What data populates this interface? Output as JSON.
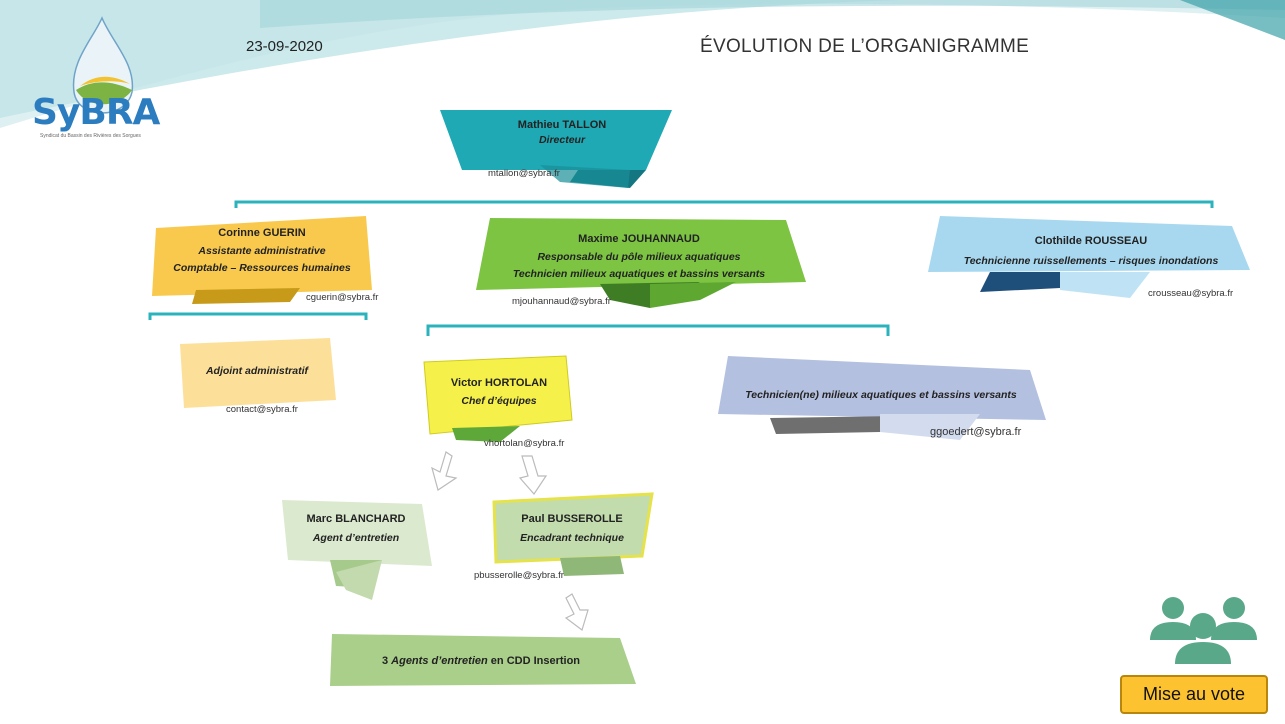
{
  "header": {
    "date": "23-09-2020",
    "title": "ÉVOLUTION DE L’ORGANIGRAMME",
    "logo_text": "SyBRA",
    "logo_subtext": "Syndicat du Bassin des Rivières des Sorgues"
  },
  "director": {
    "name": "Mathieu TALLON",
    "role": "Directeur",
    "email": "mtallon@sybra.fr",
    "color": "#1fa9b4"
  },
  "level2": {
    "guerin": {
      "name": "Corinne GUERIN",
      "role1": "Assistante administrative",
      "role2": "Comptable – Ressources humaines",
      "email": "cguerin@sybra.fr",
      "color": "#f8c94c"
    },
    "jouhannaud": {
      "name": "Maxime JOUHANNAUD",
      "role1": "Responsable du pôle milieux aquatiques",
      "role2": "Technicien milieux aquatiques et bassins versants",
      "email": "mjouhannaud@sybra.fr",
      "color": "#7cc442"
    },
    "rousseau": {
      "name": "Clothilde ROUSSEAU",
      "role1": "Technicienne ruissellements – risques inondations",
      "email": "crousseau@sybra.fr",
      "color": "#a8d8f0"
    }
  },
  "level3": {
    "adjoint": {
      "role": "Adjoint administratif",
      "email": "contact@sybra.fr",
      "color": "#fce09a"
    },
    "hortolan": {
      "name": "Victor HORTOLAN",
      "role": "Chef d’équipes",
      "email": "vhortolan@sybra.fr",
      "color": "#f5f14a"
    },
    "technicien": {
      "role": "Technicien(ne) milieux aquatiques et bassins versants",
      "email": "ggoedert@sybra.fr",
      "color": "#b4c0e0"
    }
  },
  "level4": {
    "blanchard": {
      "name": "Marc BLANCHARD",
      "role": "Agent d’entretien",
      "color": "#dbe9cf"
    },
    "busserolle": {
      "name": "Paul BUSSEROLLE",
      "role": "Encadrant technique",
      "email": "pbusserolle@sybra.fr",
      "color": "#c3dcae"
    }
  },
  "level5": {
    "count": "3",
    "role": "Agents d’entretien",
    "suffix": "en CDD Insertion",
    "color": "#a9cf8a"
  },
  "footer": {
    "vote_button": "Mise au vote",
    "people_icon_color": "#5aa88a"
  }
}
